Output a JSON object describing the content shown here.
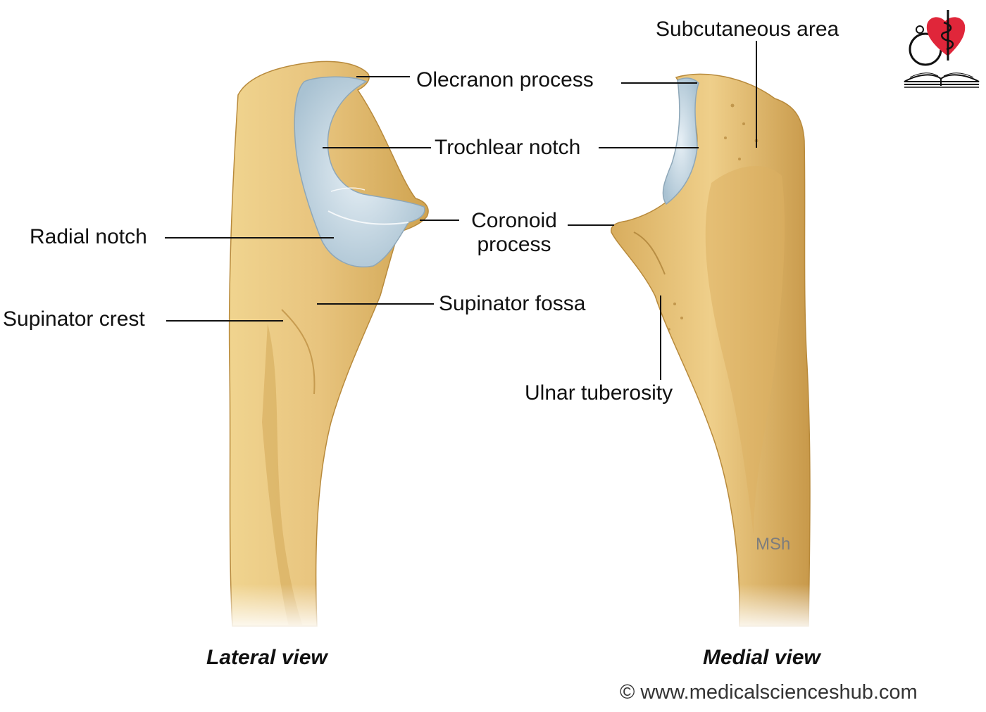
{
  "labels": {
    "olecranon_process": "Olecranon process",
    "trochlear_notch": "Trochlear notch",
    "coronoid_line1": "Coronoid",
    "coronoid_line2": "process",
    "radial_notch": "Radial notch",
    "supinator_crest": "Supinator crest",
    "supinator_fossa": "Supinator fossa",
    "subcutaneous_area": "Subcutaneous area",
    "ulnar_tuberosity": "Ulnar tuberosity"
  },
  "views": {
    "lateral": "Lateral view",
    "medial": "Medial view"
  },
  "watermark": "MSh",
  "copyright": "© www.medicalscienceshub.com",
  "colors": {
    "bone": "#e8c47e",
    "bone_shadow": "#c99a45",
    "cartilage": "#c9dbe6",
    "logo_heart": "#e0263a",
    "leader_line": "#111111"
  }
}
